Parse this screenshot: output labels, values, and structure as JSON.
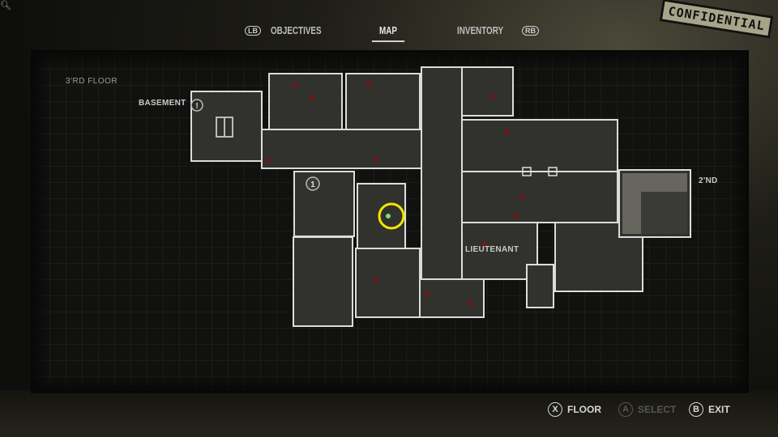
{
  "tabs": {
    "left_bumper": "LB",
    "objectives": "OBJECTIVES",
    "map": "MAP",
    "inventory": "INVENTORY",
    "right_bumper": "RB",
    "active": "MAP"
  },
  "stamp": "CONFIDENTIAL",
  "map": {
    "current_floor": "3'RD FLOOR",
    "labels": {
      "basement": "BASEMENT",
      "second_floor": "2'ND",
      "lieutenant": "LIEUTENANT"
    },
    "markers": {
      "basement_marker": "!",
      "room_marker": "1"
    },
    "colors": {
      "room_fill": "#31312d",
      "wall": "#dcdcdc",
      "item_dot": "#7a1318",
      "player_ring": "#f2e600",
      "player_dot": "#7fe07f"
    }
  },
  "hints": [
    {
      "button": "X",
      "label": "FLOOR",
      "enabled": true
    },
    {
      "button": "A",
      "label": "SELECT",
      "enabled": false
    },
    {
      "button": "B",
      "label": "EXIT",
      "enabled": true
    }
  ]
}
